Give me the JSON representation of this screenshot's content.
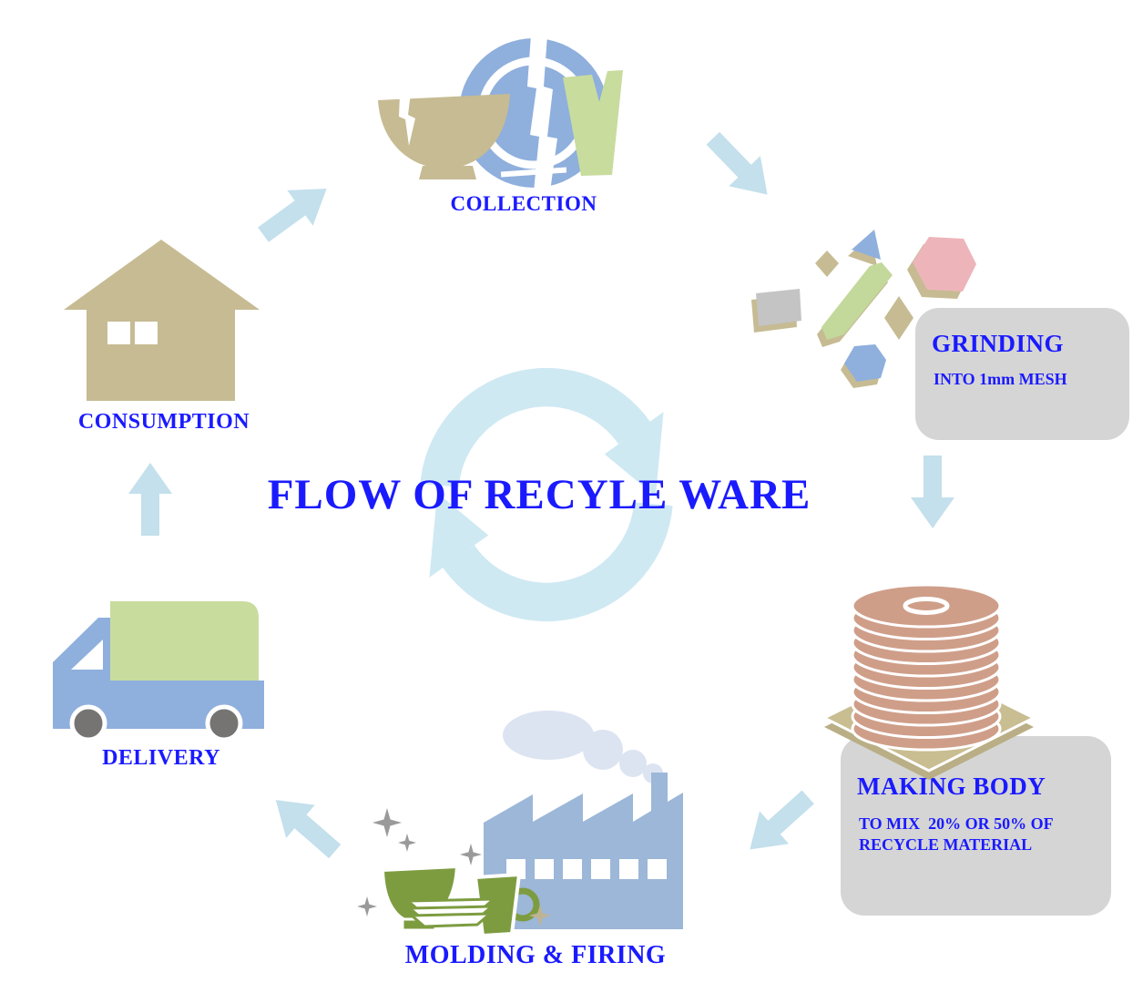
{
  "title": "FLOW OF RECYLE WARE",
  "stages": {
    "collection": {
      "label": "COLLECTION",
      "icon": "broken-tableware-icon"
    },
    "grinding": {
      "label": "GRINDING",
      "subtitle": "INTO 1mm MESH",
      "icon": "ceramic-shards-icon"
    },
    "making_body": {
      "label": "MAKING BODY",
      "subtitle_line1": "TO MIX  20% OR 50% OF",
      "subtitle_line2": "RECYCLE MATERIAL",
      "icon": "clay-discs-stack-icon"
    },
    "molding_firing": {
      "label": "MOLDING & FIRING",
      "icon": "factory-icon"
    },
    "delivery": {
      "label": "DELIVERY",
      "icon": "delivery-truck-icon"
    },
    "consumption": {
      "label": "CONSUMPTION",
      "icon": "house-icon"
    }
  },
  "center": {
    "icon": "recycle-cycle-icon"
  },
  "colors": {
    "label_blue": "#1a1aff",
    "arrow_light_blue": "#c3e0ec",
    "ring_light_blue": "#cfe9f3",
    "info_box_gray": "#d5d5d5",
    "tan": "#c6bb93",
    "ware_blue": "#8fafdd",
    "light_green": "#c8dc9e",
    "olive_green": "#7d9c40",
    "factory_blue": "#9cb7d8",
    "terracotta": "#cf9e89",
    "pink": "#edb5ba",
    "shard_gray": "#c4c4c4",
    "smoke": "#dde4f1",
    "wheel_gray": "#757472"
  }
}
